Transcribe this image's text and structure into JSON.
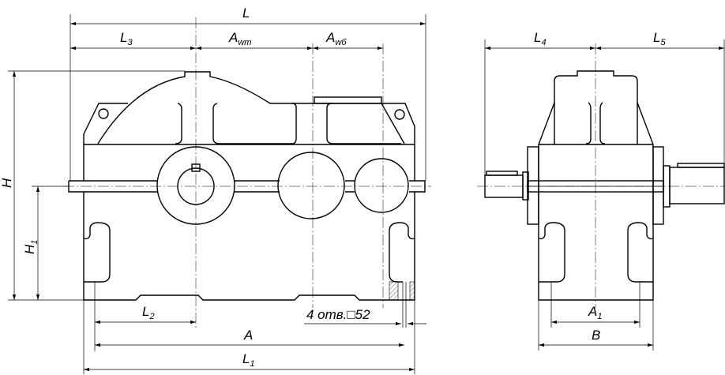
{
  "title": "Gear reducer dimensional drawing",
  "dimensions": {
    "L": {
      "main": "L",
      "sub": ""
    },
    "L3": {
      "main": "L",
      "sub": "3"
    },
    "Awt": {
      "main": "A",
      "sub": "wт"
    },
    "Awb": {
      "main": "A",
      "sub": "wб"
    },
    "L4": {
      "main": "L",
      "sub": "4"
    },
    "L5": {
      "main": "L",
      "sub": "5"
    },
    "H": {
      "main": "H",
      "sub": ""
    },
    "H1": {
      "main": "H",
      "sub": "1"
    },
    "L2": {
      "main": "L",
      "sub": "2"
    },
    "A": {
      "main": "A",
      "sub": ""
    },
    "L1": {
      "main": "L",
      "sub": "1"
    },
    "A1": {
      "main": "A",
      "sub": "1"
    },
    "B": {
      "main": "B",
      "sub": ""
    }
  },
  "note": "4 отв.□52"
}
